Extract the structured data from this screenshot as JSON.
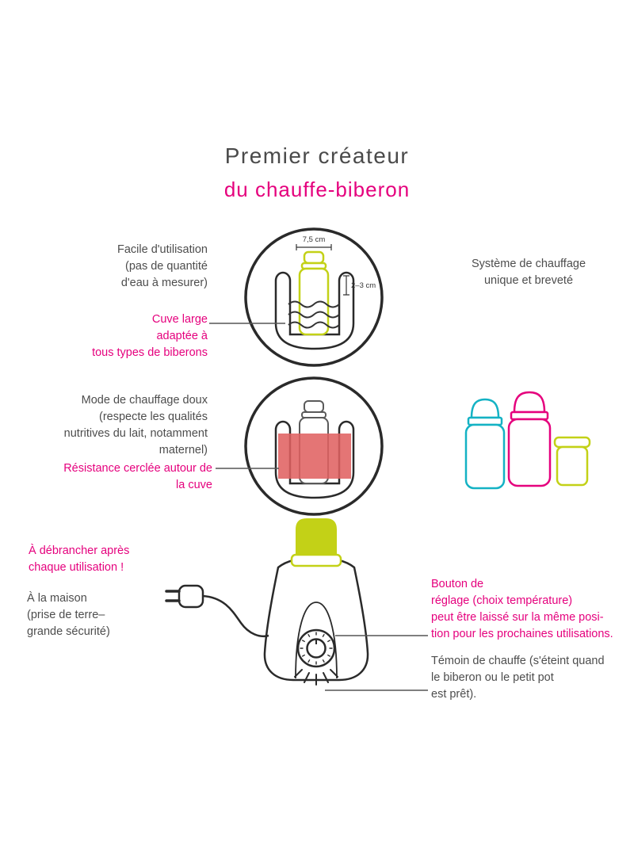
{
  "colors": {
    "pink": "#e5007d",
    "dark_text": "#4d4d4d",
    "chartreuse": "#c3d117",
    "cyan": "#14b2c4",
    "heat_band_red": "#e06161",
    "outline": "#2a2a2a"
  },
  "title": {
    "line1": "Premier créateur",
    "line2": "du chauffe-biberon"
  },
  "section_usage": {
    "ease_note": "Facile d'utilisation\n(pas de quantité\nd'eau à mesurer)",
    "tank_note": "Cuve large\nadaptée à\ntous types de biberons",
    "system_note": "Système de chauffage\nunique et breveté",
    "measure_width": "7,5 cm",
    "measure_depth": "2–3 cm"
  },
  "section_heating": {
    "gentle_note": "Mode de chauffage doux\n(respecte les qualités\nnutritives du lait, notamment\nmaternel)",
    "resistance_note": "Résistance cerclée autour de\nla cuve"
  },
  "section_device": {
    "unplug_note": "À débrancher après\nchaque utilisation !",
    "home_note": "À la maison\n(prise de terre–\ngrande sécurité)",
    "dial_note": "Bouton de\nréglage (choix température)\npeut être laissé sur la même posi-\ntion pour les prochaines utilisations.",
    "indicator_note": "Témoin de chauffe (s'éteint quand\nle biberon ou le petit pot\nest prêt)."
  }
}
